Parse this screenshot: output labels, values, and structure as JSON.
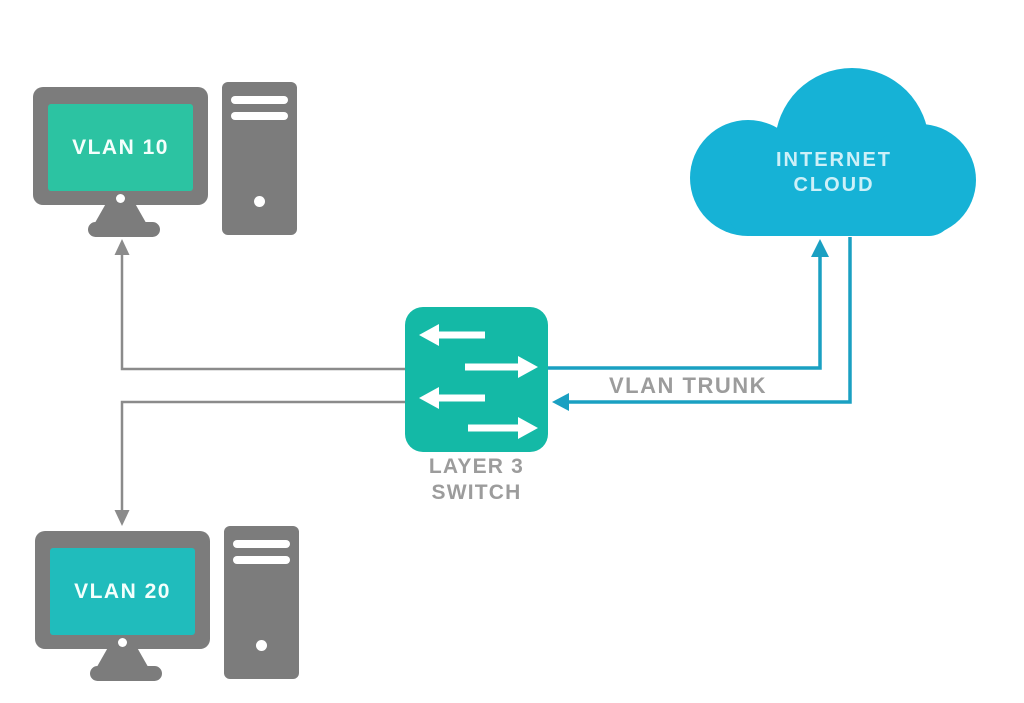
{
  "nodes": {
    "computer_vlan10": {
      "label": "VLAN 10"
    },
    "computer_vlan20": {
      "label": "VLAN 20"
    },
    "switch": {
      "label_line1": "LAYER 3",
      "label_line2": "SWITCH"
    },
    "cloud": {
      "label_line1": "INTERNET",
      "label_line2": "CLOUD"
    }
  },
  "edges": {
    "vlan_trunk_label": "VLAN TRUNK",
    "links": [
      {
        "from": "switch",
        "to": "computer_vlan10",
        "style": "gray",
        "arrow": "toward-computer"
      },
      {
        "from": "switch",
        "to": "computer_vlan20",
        "style": "gray",
        "arrow": "toward-computer"
      },
      {
        "from": "switch",
        "to": "cloud",
        "style": "cyan",
        "arrow": "toward-cloud"
      },
      {
        "from": "cloud",
        "to": "switch",
        "style": "cyan",
        "arrow": "toward-switch",
        "label": "VLAN TRUNK"
      }
    ]
  },
  "colors": {
    "device_gray": "#7c7c7c",
    "line_gray": "#8b8b8b",
    "label_gray": "#9c9c9c",
    "switch_fill": "#14b9a6",
    "cloud_fill": "#16b2d6",
    "trunk_cyan": "#1aa0c2",
    "screen_vlan10": "#2cc3a2",
    "screen_vlan20": "#20bcbc",
    "screen_text": "#f4fffc",
    "cloud_text": "#cdf0f8"
  }
}
